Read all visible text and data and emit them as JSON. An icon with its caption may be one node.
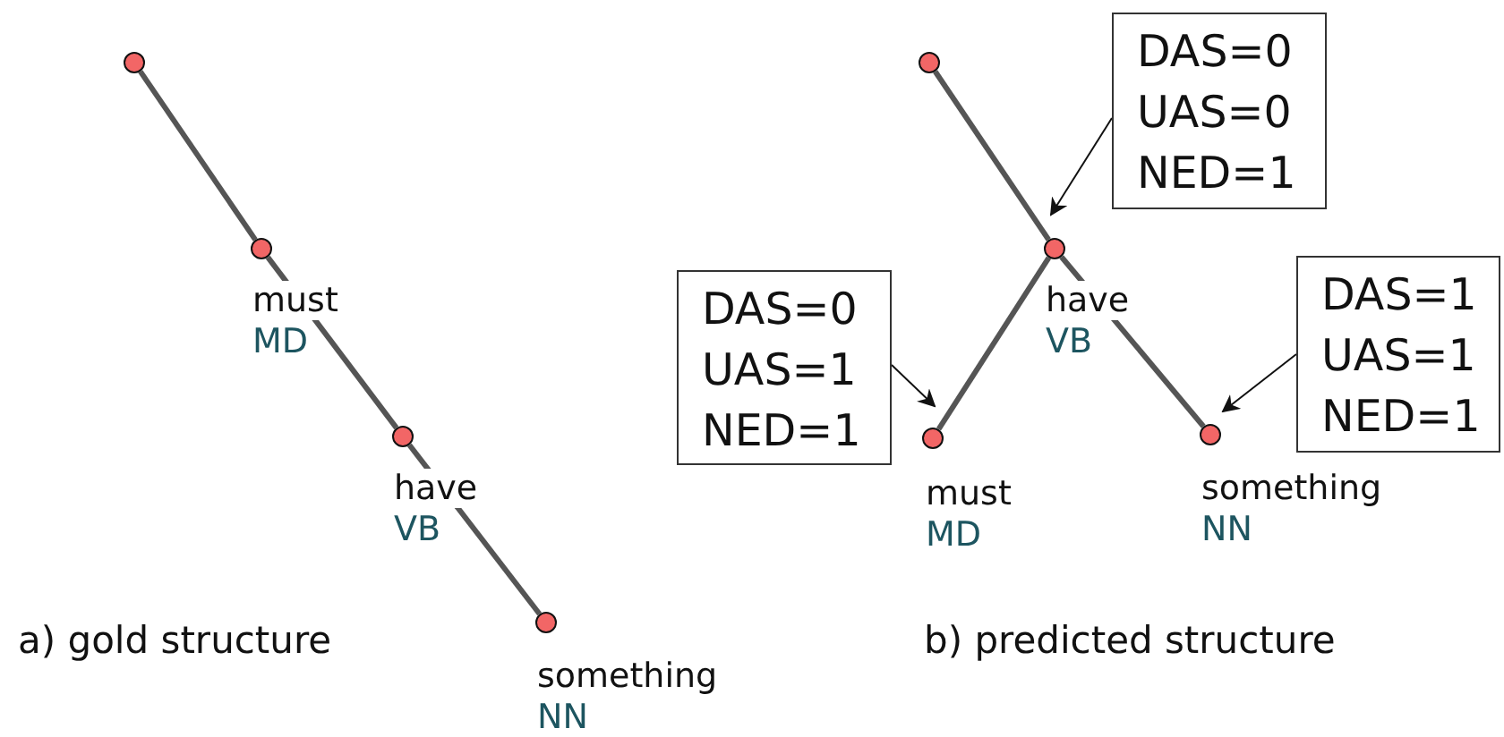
{
  "diagram": {
    "nodes": [
      {
        "text": [],
        "shape": "circle"
      },
      {
        "text": [],
        "shape": "circle",
        "beside": [
          "must",
          "MD"
        ]
      },
      {
        "text": [],
        "shape": "circle",
        "beside": [
          "have",
          "VB"
        ]
      },
      {
        "text": [],
        "shape": "circle",
        "beside": [
          "something",
          "NN"
        ]
      },
      {
        "text": [],
        "shape": "circle"
      },
      {
        "text": [],
        "shape": "circle",
        "beside": [
          "have",
          "VB"
        ]
      },
      {
        "text": [],
        "shape": "circle",
        "beside": [
          "must",
          "MD"
        ]
      },
      {
        "text": [],
        "shape": "circle",
        "beside": [
          "something",
          "NN"
        ]
      },
      {
        "text": [
          "DAS=0",
          "UAS=0",
          "NED=1"
        ]
      },
      {
        "text": [
          "DAS=0",
          "UAS=1",
          "NED=1"
        ]
      },
      {
        "text": [
          "DAS=1",
          "UAS=1",
          "NED=1"
        ]
      }
    ],
    "edges": [
      {
        "from": 0,
        "to": 1,
        "arrow": "none"
      },
      {
        "from": 1,
        "to": 2,
        "arrow": "none"
      },
      {
        "from": 2,
        "to": 3,
        "arrow": "none"
      },
      {
        "from": 4,
        "to": 5,
        "arrow": "none"
      },
      {
        "from": 5,
        "to": 6,
        "arrow": "none"
      },
      {
        "from": 5,
        "to": 7,
        "arrow": "none"
      },
      {
        "from": 8,
        "to": 5,
        "arrow": "to"
      },
      {
        "from": 9,
        "to": 6,
        "arrow": "to"
      },
      {
        "from": 10,
        "to": 7,
        "arrow": "to"
      }
    ],
    "labels": [
      "a) gold structure",
      "b) predicted structure"
    ]
  }
}
